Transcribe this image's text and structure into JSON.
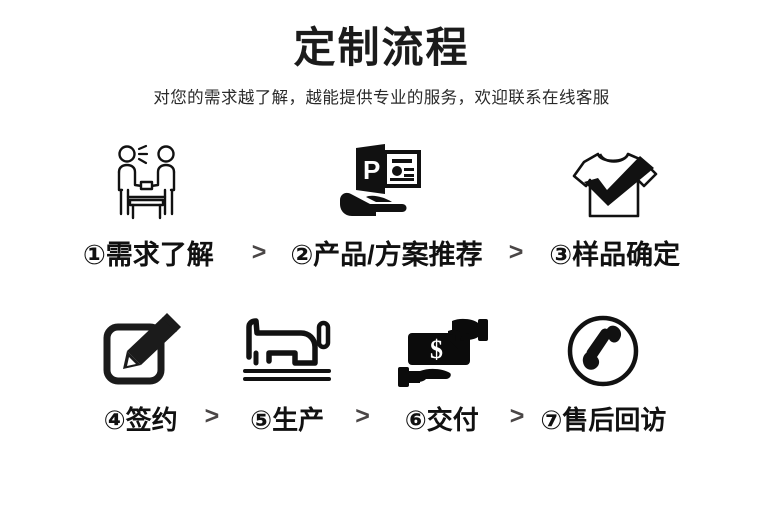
{
  "header": {
    "title": "定制流程",
    "subtitle": "对您的需求越了解，越能提供专业的服务，欢迎联系在线客服"
  },
  "colors": {
    "background": "#ffffff",
    "text": "#111111",
    "icon": "#111111",
    "chevron": "#4a4646"
  },
  "flow": {
    "separator": ">",
    "rows": [
      {
        "steps": [
          {
            "number": "①",
            "label": "①需求了解",
            "icon": "meeting-handshake-icon"
          },
          {
            "number": "②",
            "label": "②产品/方案推荐",
            "icon": "hand-presentation-icon"
          },
          {
            "number": "③",
            "label": "③样品确定",
            "icon": "tshirt-check-icon"
          }
        ]
      },
      {
        "steps": [
          {
            "number": "④",
            "label": "④签约",
            "icon": "pencil-sign-icon"
          },
          {
            "number": "⑤",
            "label": "⑤生产",
            "icon": "sewing-machine-icon"
          },
          {
            "number": "⑥",
            "label": "⑥交付",
            "icon": "money-handover-icon"
          },
          {
            "number": "⑦",
            "label": "⑦售后回访",
            "icon": "phone-handset-icon"
          }
        ]
      }
    ]
  }
}
